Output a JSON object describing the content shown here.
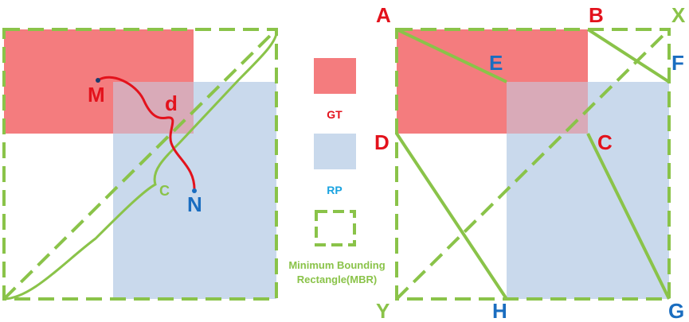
{
  "colors": {
    "gt_fill": "#f47c7e",
    "rp_fill": "#c9d9ec",
    "overlap_fill": "#d9aab8",
    "mbr_green": "#8ac349",
    "curve_red": "#e3121c",
    "label_red": "#e3121c",
    "label_blue": "#1a6dc0",
    "label_green": "#8ac349",
    "label_cyan": "#1aa3e0"
  },
  "left_panel": {
    "point_m": "M",
    "point_n": "N",
    "point_c": "C",
    "distance_d": "d"
  },
  "legend": {
    "gt_label": "GT",
    "rp_label": "RP",
    "mbr_label_line1": "Minimum Bounding",
    "mbr_label_line2": "Rectangle(MBR)"
  },
  "right_panel": {
    "corner_a": "A",
    "corner_b": "B",
    "corner_x": "X",
    "corner_f": "F",
    "corner_d": "D",
    "corner_c": "C",
    "corner_e": "E",
    "corner_y": "Y",
    "corner_h": "H",
    "corner_g": "G"
  }
}
